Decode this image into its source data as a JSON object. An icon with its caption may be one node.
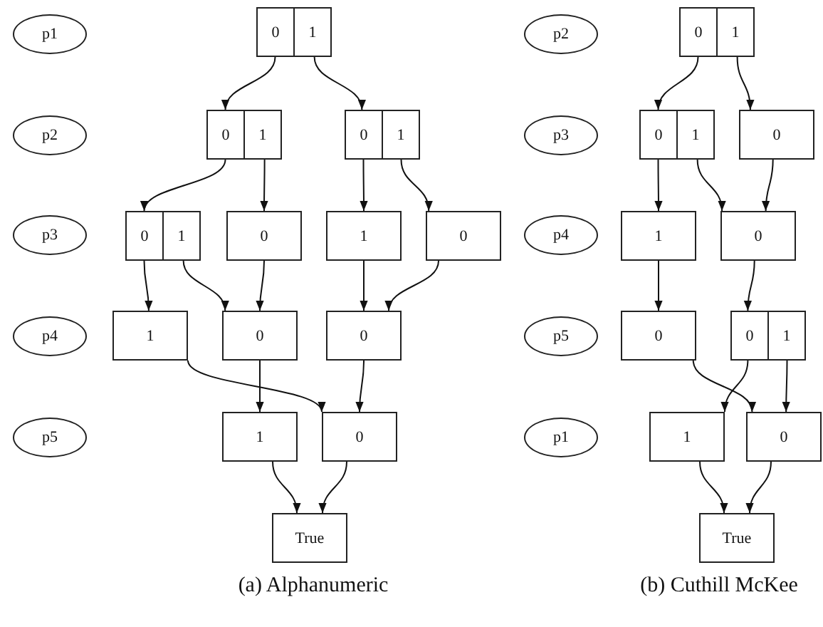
{
  "diagram": {
    "nodes": [
      {
        "text": [
          "p1"
        ]
      },
      {
        "text": [
          "p2"
        ]
      },
      {
        "text": [
          "p3"
        ]
      },
      {
        "text": [
          "p4"
        ]
      },
      {
        "text": [
          "p5"
        ]
      },
      {
        "text": [
          "0",
          "1"
        ]
      },
      {
        "text": [
          "0",
          "1"
        ]
      },
      {
        "text": [
          "0",
          "1"
        ]
      },
      {
        "text": [
          "0",
          "1"
        ]
      },
      {
        "text": [
          "0"
        ]
      },
      {
        "text": [
          "1"
        ]
      },
      {
        "text": [
          "0"
        ]
      },
      {
        "text": [
          "1"
        ]
      },
      {
        "text": [
          "0"
        ]
      },
      {
        "text": [
          "0"
        ]
      },
      {
        "text": [
          "1"
        ]
      },
      {
        "text": [
          "0"
        ]
      },
      {
        "text": [
          "True"
        ]
      },
      {
        "text": [
          "p2"
        ]
      },
      {
        "text": [
          "p3"
        ]
      },
      {
        "text": [
          "p4"
        ]
      },
      {
        "text": [
          "p5"
        ]
      },
      {
        "text": [
          "p1"
        ]
      },
      {
        "text": [
          "0",
          "1"
        ]
      },
      {
        "text": [
          "0",
          "1"
        ]
      },
      {
        "text": [
          "0"
        ]
      },
      {
        "text": [
          "1"
        ]
      },
      {
        "text": [
          "0"
        ]
      },
      {
        "text": [
          "0"
        ]
      },
      {
        "text": [
          "0",
          "1"
        ]
      },
      {
        "text": [
          "1"
        ]
      },
      {
        "text": [
          "0"
        ]
      },
      {
        "text": [
          "True"
        ]
      }
    ],
    "edges": [
      {
        "from": 5,
        "to": 6,
        "arrow": "to"
      },
      {
        "from": 5,
        "to": 7,
        "arrow": "to"
      },
      {
        "from": 6,
        "to": 8,
        "arrow": "to"
      },
      {
        "from": 6,
        "to": 9,
        "arrow": "to"
      },
      {
        "from": 7,
        "to": 10,
        "arrow": "to"
      },
      {
        "from": 7,
        "to": 11,
        "arrow": "to"
      },
      {
        "from": 8,
        "to": 12,
        "arrow": "to"
      },
      {
        "from": 8,
        "to": 13,
        "arrow": "to"
      },
      {
        "from": 9,
        "to": 13,
        "arrow": "to"
      },
      {
        "from": 10,
        "to": 14,
        "arrow": "to"
      },
      {
        "from": 11,
        "to": 14,
        "arrow": "to"
      },
      {
        "from": 12,
        "to": 16,
        "arrow": "to"
      },
      {
        "from": 13,
        "to": 15,
        "arrow": "to"
      },
      {
        "from": 14,
        "to": 16,
        "arrow": "to"
      },
      {
        "from": 15,
        "to": 17,
        "arrow": "to"
      },
      {
        "from": 16,
        "to": 17,
        "arrow": "to"
      },
      {
        "from": 23,
        "to": 24,
        "arrow": "to"
      },
      {
        "from": 23,
        "to": 25,
        "arrow": "to"
      },
      {
        "from": 24,
        "to": 26,
        "arrow": "to"
      },
      {
        "from": 24,
        "to": 27,
        "arrow": "to"
      },
      {
        "from": 25,
        "to": 27,
        "arrow": "to"
      },
      {
        "from": 26,
        "to": 28,
        "arrow": "to"
      },
      {
        "from": 27,
        "to": 29,
        "arrow": "to"
      },
      {
        "from": 28,
        "to": 31,
        "arrow": "to"
      },
      {
        "from": 29,
        "to": 30,
        "arrow": "to"
      },
      {
        "from": 29,
        "to": 31,
        "arrow": "to"
      },
      {
        "from": 30,
        "to": 32,
        "arrow": "to"
      },
      {
        "from": 31,
        "to": 32,
        "arrow": "to"
      }
    ],
    "labels": [
      "(a) Alphanumeric",
      "(b) Cuthill McKee"
    ]
  }
}
